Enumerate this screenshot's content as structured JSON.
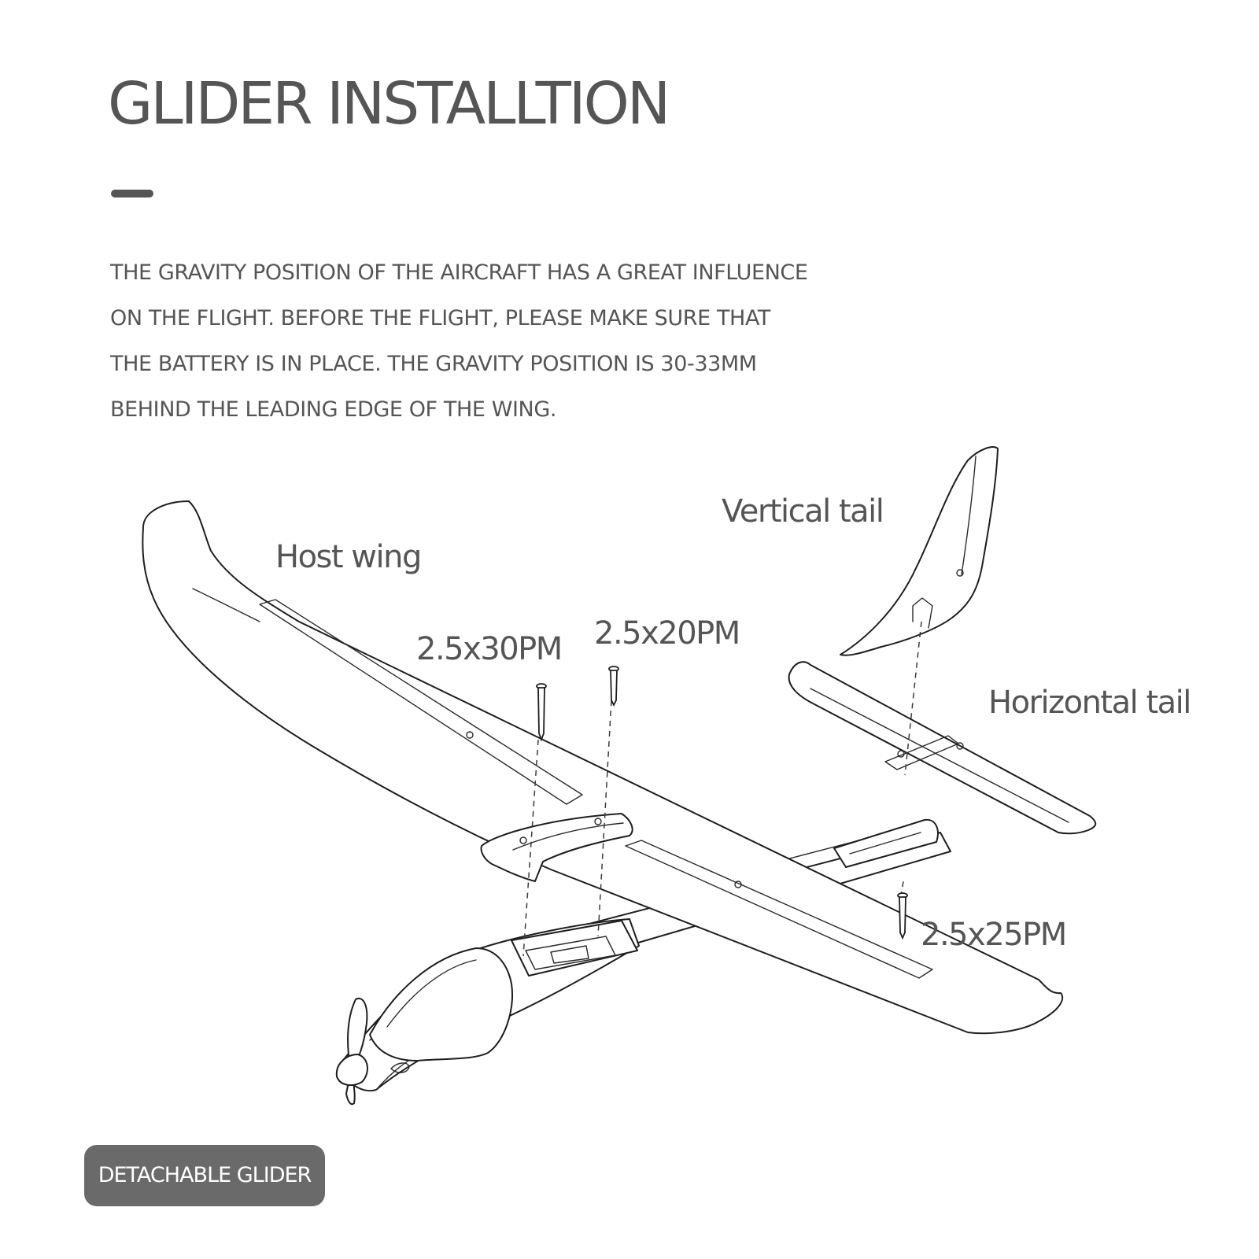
{
  "header": {
    "title": "GLIDER INSTALLTION"
  },
  "intro": {
    "lines": [
      "THE GRAVITY POSITION OF THE AIRCRAFT HAS A GREAT INFLUENCE",
      "ON THE FLIGHT. BEFORE THE FLIGHT, PLEASE MAKE SURE THAT",
      "THE BATTERY IS IN PLACE. THE GRAVITY POSITION IS 30-33MM",
      "BEHIND THE LEADING EDGE OF THE WING."
    ]
  },
  "diagram": {
    "labels": {
      "host_wing": "Host wing",
      "vertical_tail": "Vertical tail",
      "horizontal_tail": "Horizontal tail",
      "screw_a": "2.5x30PM",
      "screw_b": "2.5x20PM",
      "screw_c": "2.5x25PM"
    }
  },
  "badge": {
    "label": "DETACHABLE GLIDER"
  },
  "colors": {
    "text": "#555555",
    "line_art": "#1e1e1e",
    "badge_background": "#6a6a6a",
    "badge_text": "#ffffff",
    "background": "#ffffff"
  }
}
